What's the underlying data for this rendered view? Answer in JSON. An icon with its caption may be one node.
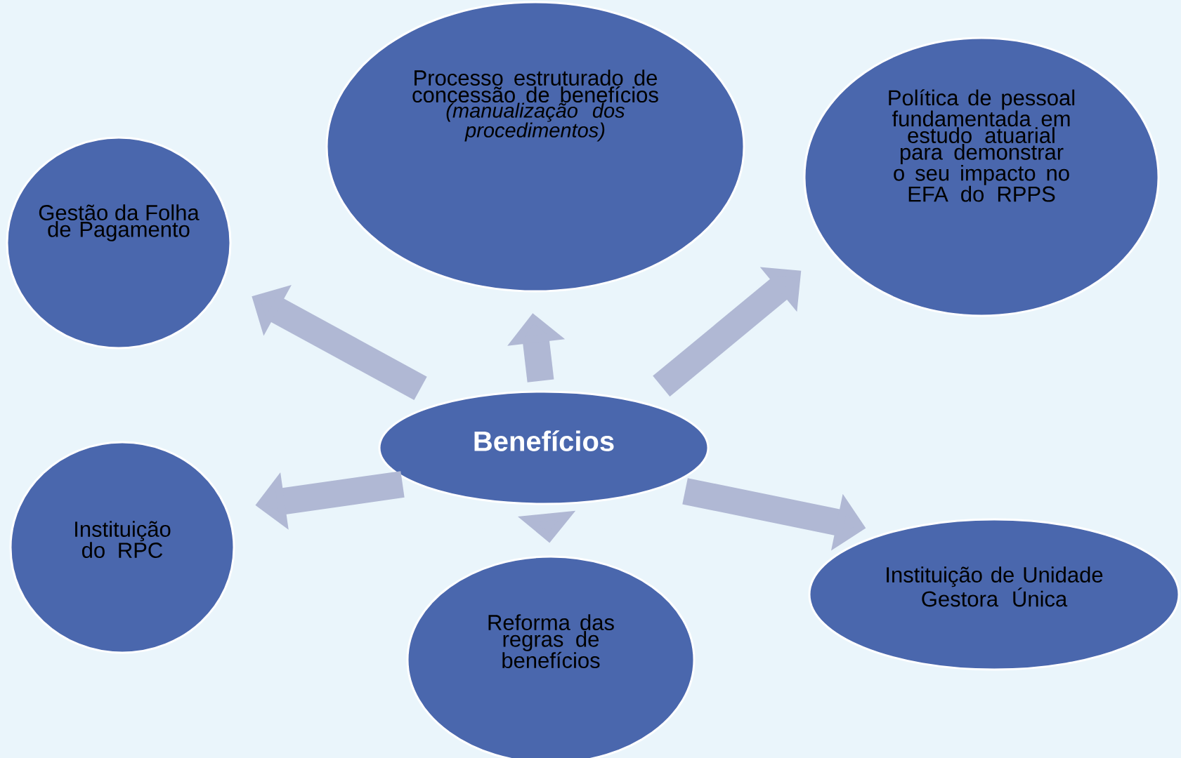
{
  "diagram": {
    "nodes": [
      {
        "text": [
          "Gestão da Folha de Pagamento"
        ]
      },
      {
        "text": [
          "Processo estruturado de concessão de benefícios",
          "(manualização dos procedimentos)"
        ]
      },
      {
        "text": [
          "Política de pessoal fundamentada em estudo atuarial para demonstrar o seu impacto no EFA do RPPS"
        ]
      },
      {
        "text": [
          "Benefícios"
        ]
      },
      {
        "text": [
          "Instituição do RPC"
        ]
      },
      {
        "text": [
          "Reforma das regras de benefícios"
        ]
      },
      {
        "text": [
          "Instituição de Unidade Gestora Única"
        ]
      }
    ],
    "edges": [
      {
        "from": 3,
        "to": 0,
        "arrow": "to"
      },
      {
        "from": 3,
        "to": 1,
        "arrow": "to"
      },
      {
        "from": 3,
        "to": 2,
        "arrow": "to"
      },
      {
        "from": 3,
        "to": 4,
        "arrow": "to"
      },
      {
        "from": 3,
        "to": 5,
        "arrow": "to"
      },
      {
        "from": 3,
        "to": 6,
        "arrow": "to"
      }
    ]
  }
}
